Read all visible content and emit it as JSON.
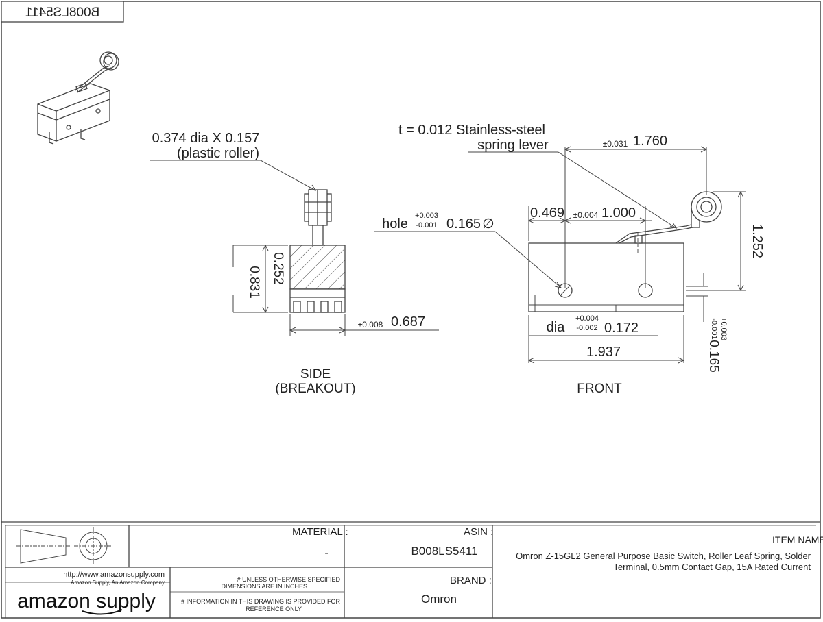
{
  "drawing": {
    "asin_tab": "B008LS5411",
    "views": {
      "side_title": "SIDE",
      "side_subtitle": "(BREAKOUT)",
      "front_title": "FRONT"
    },
    "callouts": {
      "roller_line1": "0.374 dia X 0.157",
      "roller_line2": "(plastic roller)",
      "lever_line1": "t = 0.012 Stainless-steel",
      "lever_line2": "spring lever",
      "hole_prefix": "∅",
      "hole_value": "0.165",
      "hole_tol_plus": "+0.003",
      "hole_tol_minus": "-0.001",
      "hole_suffix": "hole"
    },
    "dimensions": {
      "lever_len": "1.760",
      "lever_len_tol": "±0.031",
      "pitch": "1.000",
      "pitch_tol": "±0.004",
      "offset": "0.469",
      "height": "1.252",
      "side_depth": "0.831",
      "side_inner": "0.252",
      "side_width": "0.687",
      "side_width_tol": "±0.008",
      "pin_dia": "0.172",
      "pin_tol_plus": "+0.004",
      "pin_tol_minus": "-0.002",
      "pin_suffix": "dia",
      "width": "1.937",
      "terminal": "0.165",
      "terminal_tol_plus": "+0.003",
      "terminal_tol_minus": "-0.001"
    }
  },
  "title_block": {
    "material_label": "MATERIAL :",
    "material_value": "-",
    "asin_label": "ASIN :",
    "asin_value": "B008LS5411",
    "item_label": "ITEM NAME:",
    "item_line1": "Omron Z-15GL2 General Purpose Basic Switch, Roller Leaf Spring, Solder",
    "item_line2": "Terminal, 0.5mm Contact Gap, 15A Rated Current",
    "brand_label": "BRAND :",
    "brand_value": "Omron",
    "url": "http://www.amazonsupply.com",
    "company": "Amazon Supply, An Amazon Company",
    "note1_line1": "# UNLESS OTHERWISE SPECIFIED",
    "note1_line2": "DIMENSIONS ARE IN INCHES",
    "note2_line1": "# INFORMATION IN THIS DRAWING IS PROVIDED FOR",
    "note2_line2": "REFERENCE ONLY",
    "logo_text": "amazon supply"
  }
}
